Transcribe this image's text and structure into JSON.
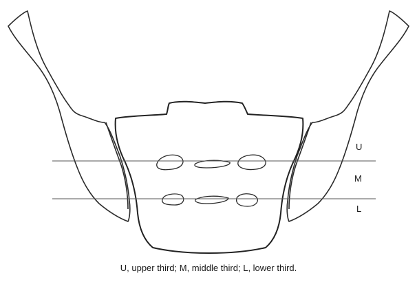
{
  "labels": {
    "upper": "U",
    "middle": "M",
    "lower": "L"
  },
  "caption": "U, upper third; M, middle third; L, lower third.",
  "colors": {
    "outline": "#2b2b2b",
    "divider_line": "#555555",
    "text": "#1a1a1a"
  }
}
